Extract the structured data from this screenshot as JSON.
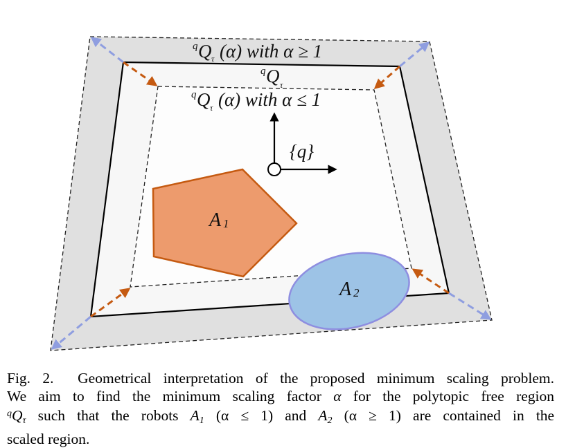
{
  "figure": {
    "label_scaled_out": {
      "sup": "q",
      "base": "Q",
      "sub": "τ",
      "rest": "(α) with α ≥ 1"
    },
    "label_nominal": {
      "sup": "q",
      "base": "Q",
      "sub": "τ"
    },
    "label_scaled_in": {
      "sup": "q",
      "base": "Q",
      "sub": "τ",
      "rest": "(α) with α ≤ 1"
    },
    "frame_label": "{q}",
    "robot1": {
      "base": "A",
      "sub": "1"
    },
    "robot2": {
      "base": "A",
      "sub": "2"
    },
    "colors": {
      "outer_fill": "#e0e0e0",
      "middle_fill": "#f7f7f7",
      "inner_fill": "#fdfdfd",
      "robot1_fill": "#ed9b6d",
      "robot1_stroke": "#c55a11",
      "robot2_fill": "#9dc3e6",
      "robot2_stroke": "#8e8ee0",
      "orange_arrow": "#c55a11",
      "blue_arrow": "#8f9ee0"
    }
  },
  "caption": {
    "label": "Fig. 2.",
    "line1": "Geometrical interpretation of the proposed minimum scaling problem.",
    "line2_a": "We aim to find the minimum scaling factor",
    "line2_alpha": "α",
    "line2_b": "for the polytopic free region",
    "line3_sup": "q",
    "line3_q": "Q",
    "line3_sub": "τ",
    "line3_a": "such that the robots",
    "line3_A1": "A",
    "line3_A1_sub": "1",
    "line3_cond1": "(α ≤ 1)",
    "line3_and": "and",
    "line3_A2": "A",
    "line3_A2_sub": "2",
    "line3_cond2": "(α ≥ 1)",
    "line3_b": "are contained in the",
    "line4": "scaled region."
  }
}
